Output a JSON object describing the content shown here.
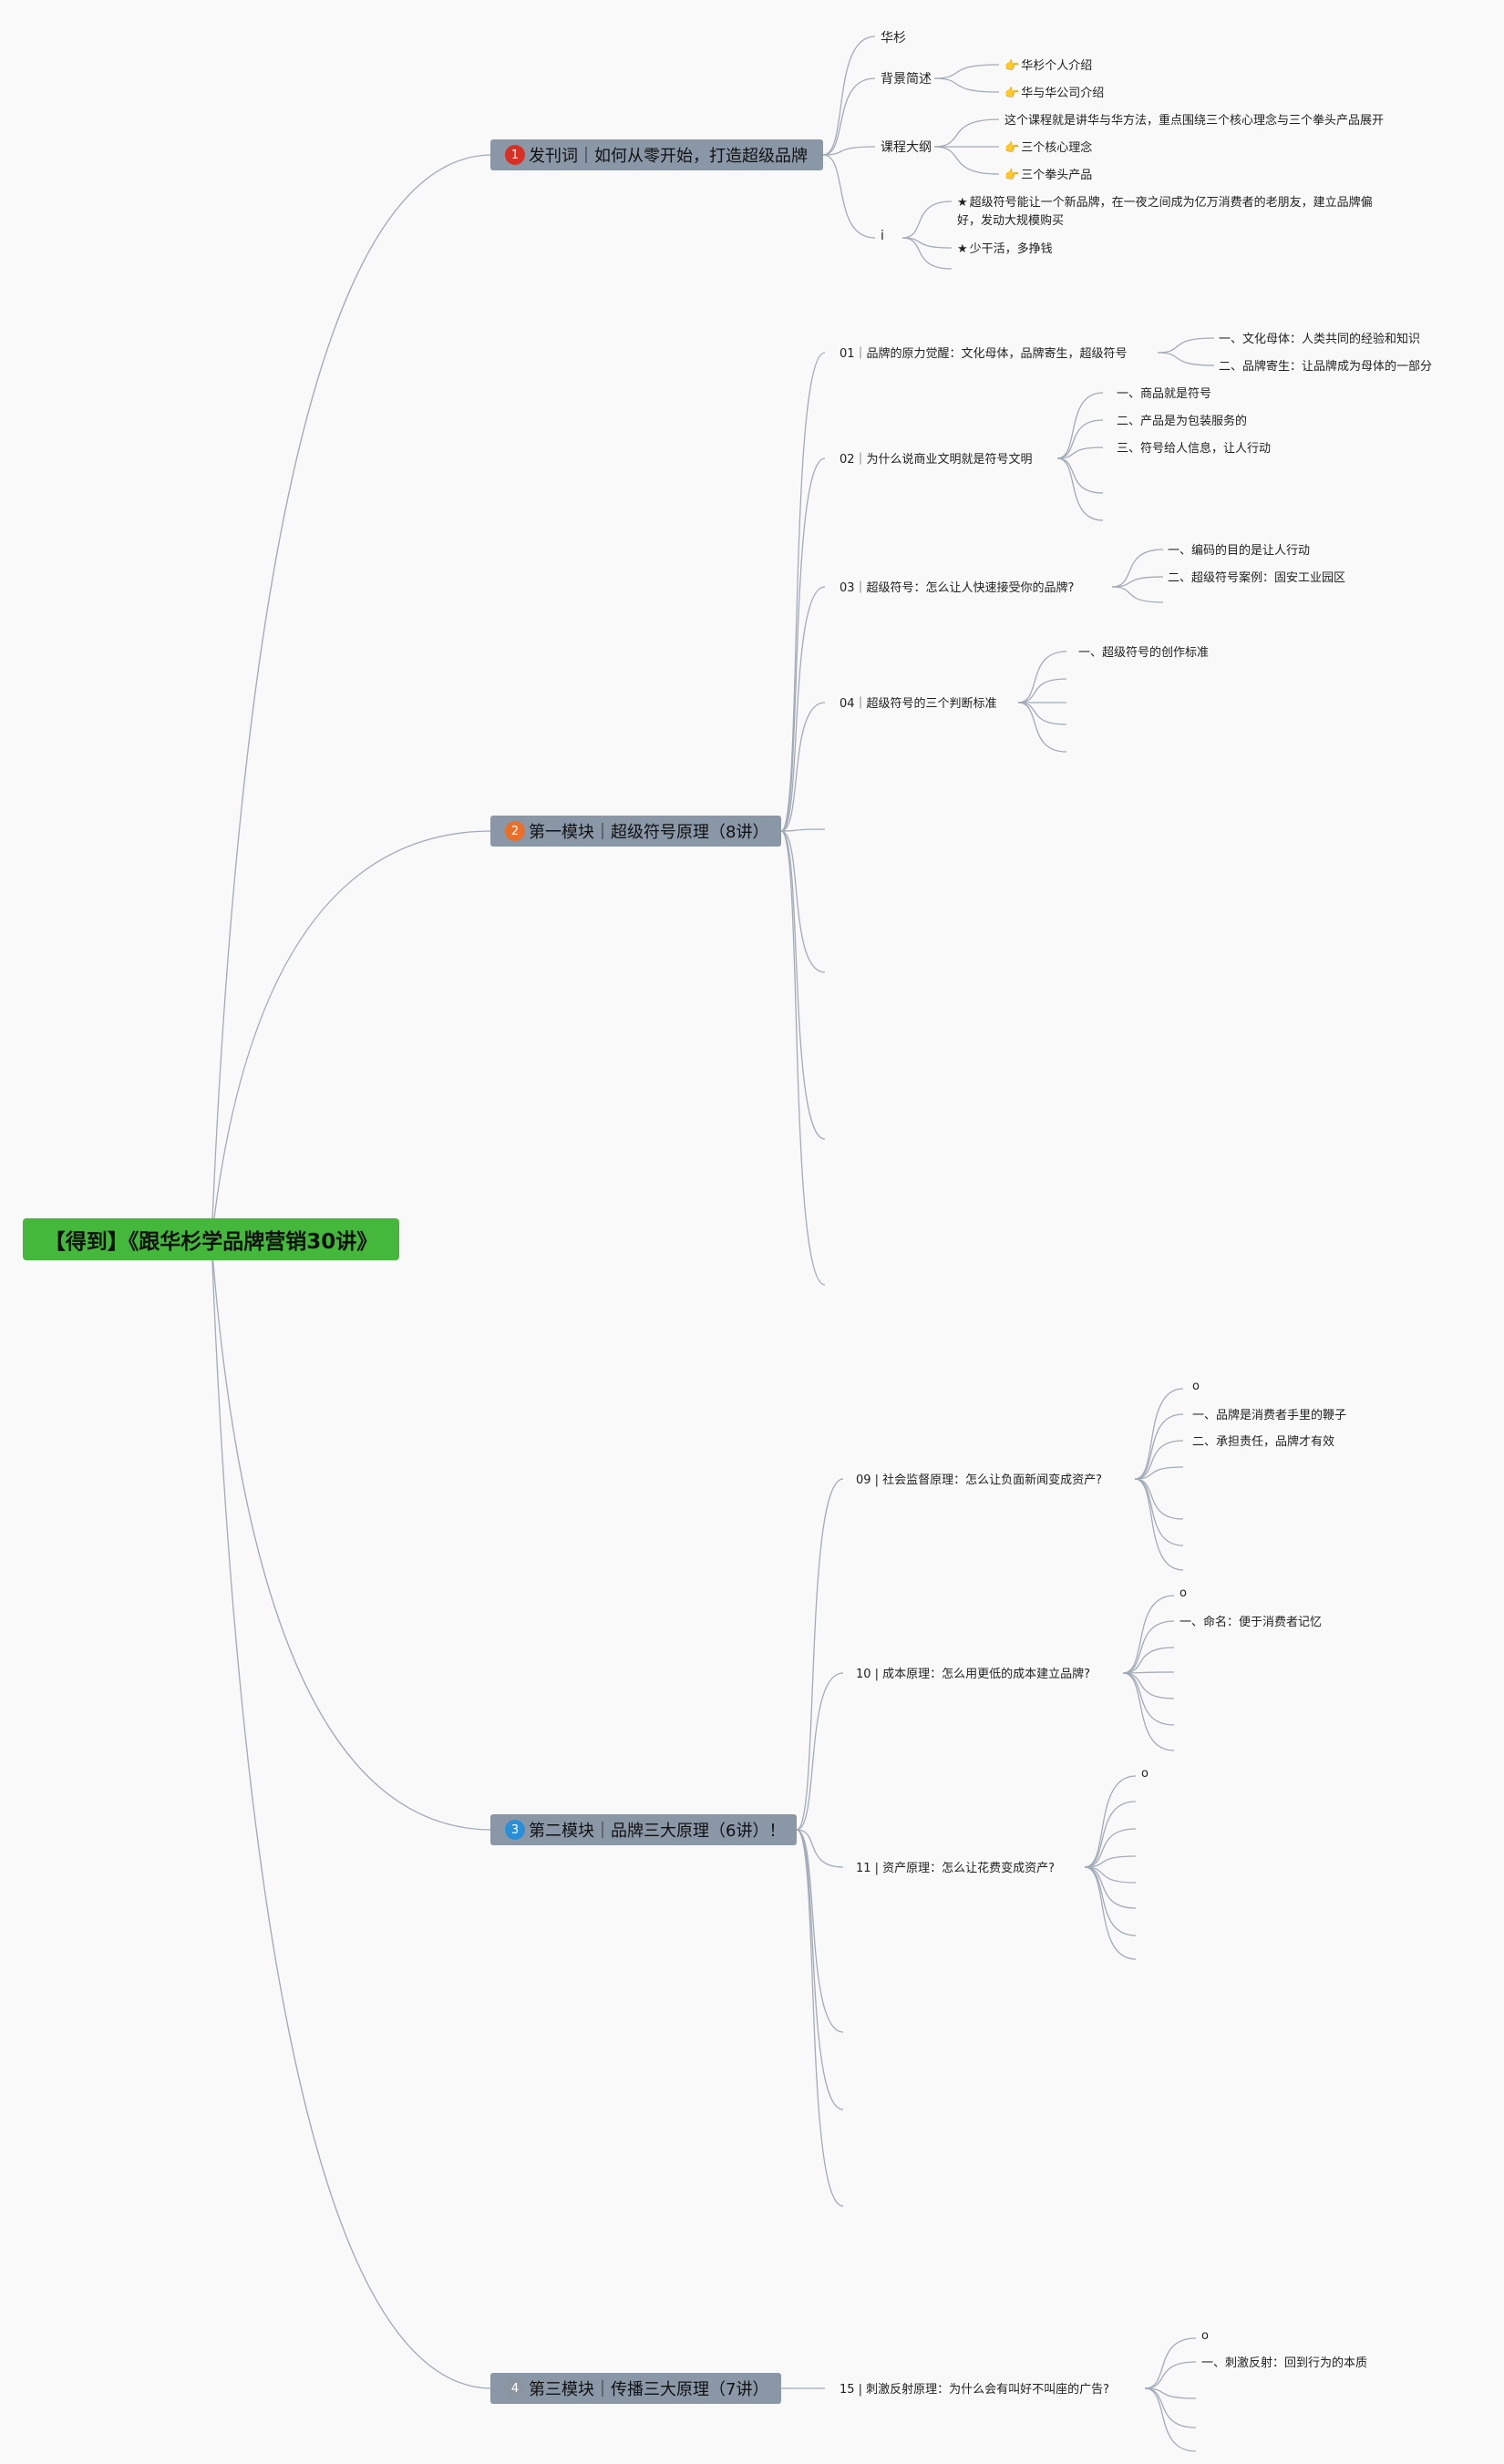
{
  "root": {
    "label": "【得到】《跟华杉学品牌营销30讲》"
  },
  "modules": [
    {
      "num": "1",
      "color": "#d93025",
      "label": "发刊词｜如何从零开始，打造超级品牌"
    },
    {
      "num": "2",
      "color": "#e8702a",
      "label": "第一模块｜超级符号原理（8讲）"
    },
    {
      "num": "3",
      "color": "#2b8fd8",
      "label": "第二模块｜品牌三大原理（6讲）！"
    },
    {
      "num": "4",
      "color": "#8b959f",
      "label": "第三模块｜传播三大原理（7讲）"
    }
  ],
  "intro": {
    "huashan": "华杉",
    "bg": "背景简述",
    "bg_items": [
      "华杉个人介绍",
      "华与华公司介绍"
    ],
    "outline": "课程大纲",
    "outline_items": [
      "这个课程就是讲华与华方法，重点围绕三个核心理念与三个拳头产品展开",
      "三个核心理念",
      "三个拳头产品"
    ],
    "i_label": "i",
    "i_items": [
      "超级符号能让一个新品牌，在一夜之间成为亿万消费者的老朋友，建立品牌偏",
      "好，发动大规模购买",
      "少干活，多挣钱"
    ]
  },
  "m1": {
    "lectures": [
      "01｜品牌的原力觉醒：文化母体，品牌寄生，超级符号",
      "02｜为什么说商业文明就是符号文明",
      "03｜超级符号：怎么让人快速接受你的品牌?",
      "04｜超级符号的三个判断标准"
    ],
    "l01": [
      "一、文化母体：人类共同的经验和知识",
      "二、品牌寄生：让品牌成为母体的一部分"
    ],
    "l02": [
      "一、商品就是符号",
      "二、产品是为包装服务的",
      "三、符号给人信息，让人行动"
    ],
    "l03": [
      "一、编码的目的是让人行动",
      "二、超级符号案例：固安工业园区"
    ],
    "l04": [
      "一、超级符号的创作标准"
    ]
  },
  "m2": {
    "lectures": [
      "09 | 社会监督原理：怎么让负面新闻变成资产?",
      "10 | 成本原理：怎么用更低的成本建立品牌?",
      "11 | 资产原理：怎么让花费变成资产?"
    ],
    "l09": [
      "o",
      "一、品牌是消费者手里的鞭子",
      "二、承担责任，品牌才有效"
    ],
    "l10": [
      "o",
      "一、命名：便于消费者记忆"
    ],
    "l11": [
      "o"
    ]
  },
  "m3": {
    "lectures": [
      "15 | 刺激反射原理：为什么会有叫好不叫座的广告?"
    ],
    "l15": [
      "o",
      "一、刺激反射：回到行为的本质"
    ]
  }
}
